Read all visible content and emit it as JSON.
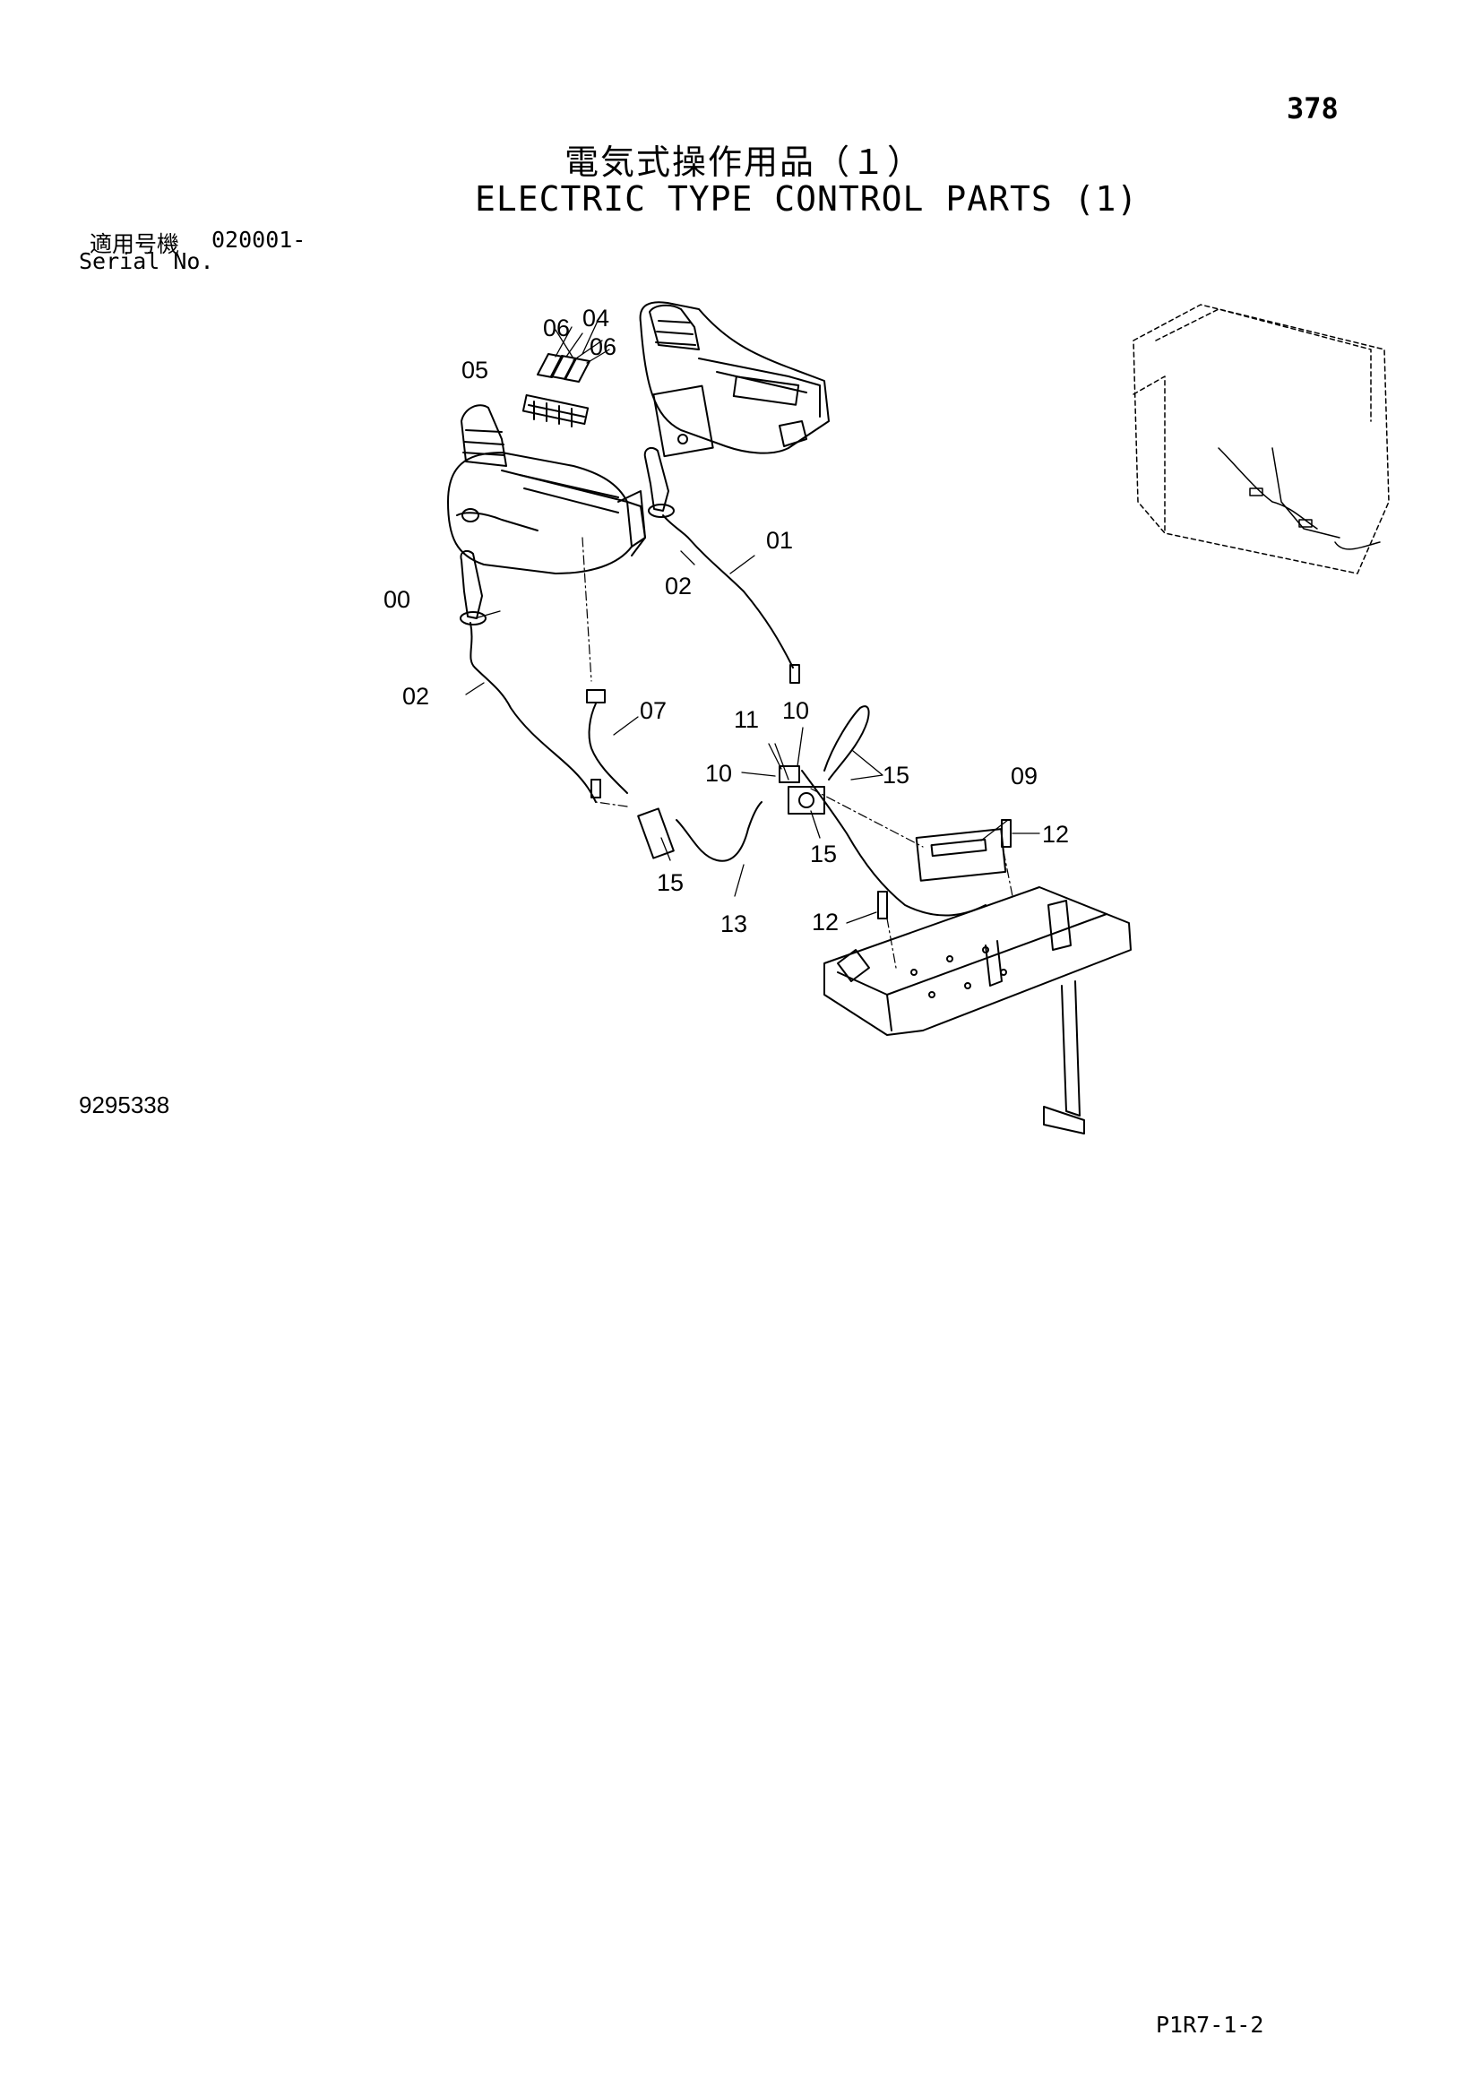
{
  "header": {
    "page_number": "378",
    "title_ja": "電気式操作用品（１）",
    "title_en": "ELECTRIC TYPE CONTROL PARTS (1)",
    "serial_label_ja": "適用号機",
    "serial_value": "020001-",
    "serial_label_en": "Serial No."
  },
  "diagram": {
    "callouts": [
      "00",
      "01",
      "02",
      "02",
      "04",
      "05",
      "06",
      "06",
      "07",
      "09",
      "10",
      "10",
      "11",
      "12",
      "12",
      "13",
      "15",
      "15",
      "15"
    ]
  },
  "footer": {
    "drawing_number": "9295338",
    "page_code": "P1R7-1-2"
  }
}
